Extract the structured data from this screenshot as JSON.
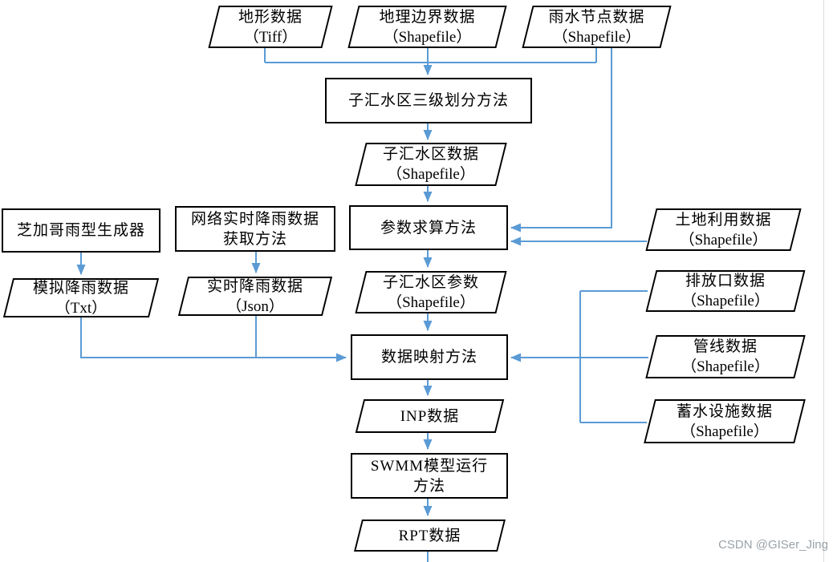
{
  "watermark": "CSDN @GISer_Jing",
  "colors": {
    "arrow": "#5b9bd5",
    "node_border": "#000000",
    "node_fill": "#ffffff",
    "watermark_text": "#9aa2a8"
  },
  "nodes": {
    "terrain_data": {
      "shape": "parallelogram",
      "line1": "地形数据",
      "line2": "（Tiff）"
    },
    "boundary_data": {
      "shape": "parallelogram",
      "line1": "地理边界数据",
      "line2": "（Shapefile）"
    },
    "rain_node_data": {
      "shape": "parallelogram",
      "line1": "雨水节点数据",
      "line2": "（Shapefile）"
    },
    "subcatchment_division_method": {
      "shape": "rect",
      "line1": "子汇水区三级划分方法",
      "line2": ""
    },
    "subcatchment_data": {
      "shape": "parallelogram",
      "line1": "子汇水区数据",
      "line2": "（Shapefile）"
    },
    "chicago_rain_generator": {
      "shape": "rect",
      "line1": "芝加哥雨型生成器",
      "line2": ""
    },
    "web_realtime_rain_method": {
      "shape": "rect",
      "line1": "网络实时降雨数据",
      "line2": "获取方法"
    },
    "parameter_calc_method": {
      "shape": "rect",
      "line1": "参数求算方法",
      "line2": ""
    },
    "land_use_data": {
      "shape": "parallelogram",
      "line1": "土地利用数据",
      "line2": "（Shapefile）"
    },
    "simulated_rain_data": {
      "shape": "parallelogram",
      "line1": "模拟降雨数据",
      "line2": "（Txt）"
    },
    "realtime_rain_data": {
      "shape": "parallelogram",
      "line1": "实时降雨数据",
      "line2": "（Json）"
    },
    "subcatchment_params": {
      "shape": "parallelogram",
      "line1": "子汇水区参数",
      "line2": "（Shapefile）"
    },
    "outfall_data": {
      "shape": "parallelogram",
      "line1": "排放口数据",
      "line2": "（Shapefile）"
    },
    "data_mapping_method": {
      "shape": "rect",
      "line1": "数据映射方法",
      "line2": ""
    },
    "pipeline_data": {
      "shape": "parallelogram",
      "line1": "管线数据",
      "line2": "（Shapefile）"
    },
    "inp_data": {
      "shape": "parallelogram",
      "line1": "INP数据",
      "line2": ""
    },
    "storage_facility_data": {
      "shape": "parallelogram",
      "line1": "蓄水设施数据",
      "line2": "（Shapefile）"
    },
    "swmm_run_method": {
      "shape": "rect",
      "line1": "SWMM模型运行",
      "line2": "方法"
    },
    "rpt_data": {
      "shape": "parallelogram",
      "line1": "RPT数据",
      "line2": ""
    }
  },
  "edges": [
    {
      "from": "terrain_data",
      "to": "subcatchment_division_method"
    },
    {
      "from": "boundary_data",
      "to": "subcatchment_division_method"
    },
    {
      "from": "rain_node_data",
      "to": "subcatchment_division_method"
    },
    {
      "from": "rain_node_data",
      "to": "parameter_calc_method"
    },
    {
      "from": "subcatchment_division_method",
      "to": "subcatchment_data"
    },
    {
      "from": "subcatchment_data",
      "to": "parameter_calc_method"
    },
    {
      "from": "land_use_data",
      "to": "parameter_calc_method"
    },
    {
      "from": "parameter_calc_method",
      "to": "subcatchment_params"
    },
    {
      "from": "subcatchment_params",
      "to": "data_mapping_method"
    },
    {
      "from": "chicago_rain_generator",
      "to": "simulated_rain_data"
    },
    {
      "from": "web_realtime_rain_method",
      "to": "realtime_rain_data"
    },
    {
      "from": "simulated_rain_data",
      "to": "data_mapping_method"
    },
    {
      "from": "realtime_rain_data",
      "to": "data_mapping_method"
    },
    {
      "from": "outfall_data",
      "to": "data_mapping_method"
    },
    {
      "from": "pipeline_data",
      "to": "data_mapping_method"
    },
    {
      "from": "storage_facility_data",
      "to": "data_mapping_method"
    },
    {
      "from": "data_mapping_method",
      "to": "inp_data"
    },
    {
      "from": "inp_data",
      "to": "swmm_run_method"
    },
    {
      "from": "swmm_run_method",
      "to": "rpt_data"
    }
  ]
}
